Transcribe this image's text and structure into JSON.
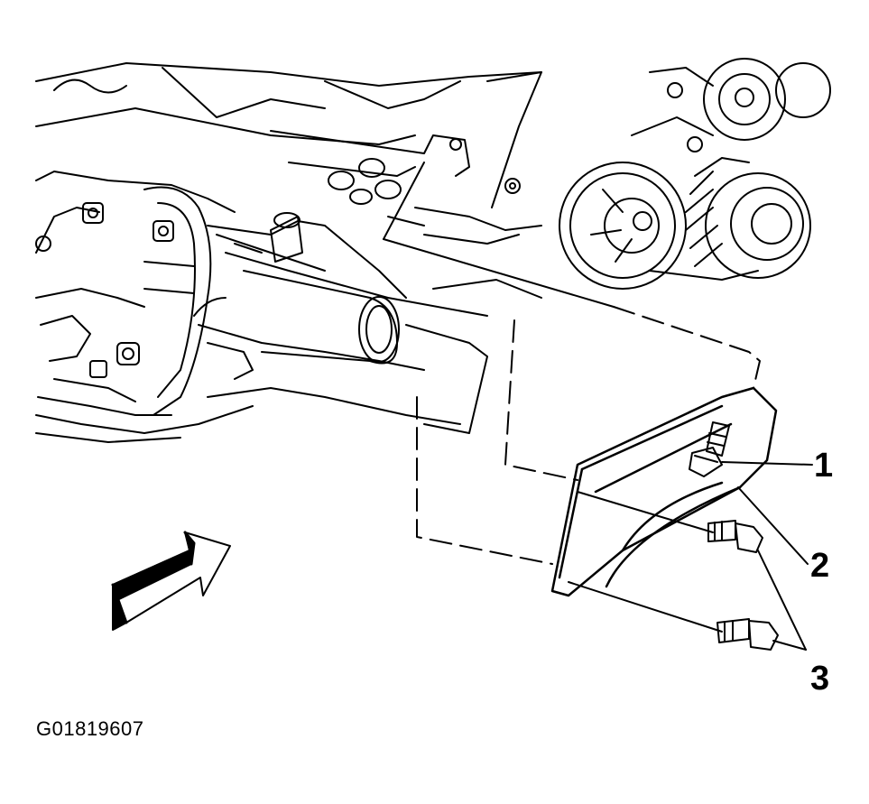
{
  "figure": {
    "id": "G01819607"
  },
  "callouts": [
    {
      "label": "1"
    },
    {
      "label": "2"
    },
    {
      "label": "3"
    }
  ]
}
